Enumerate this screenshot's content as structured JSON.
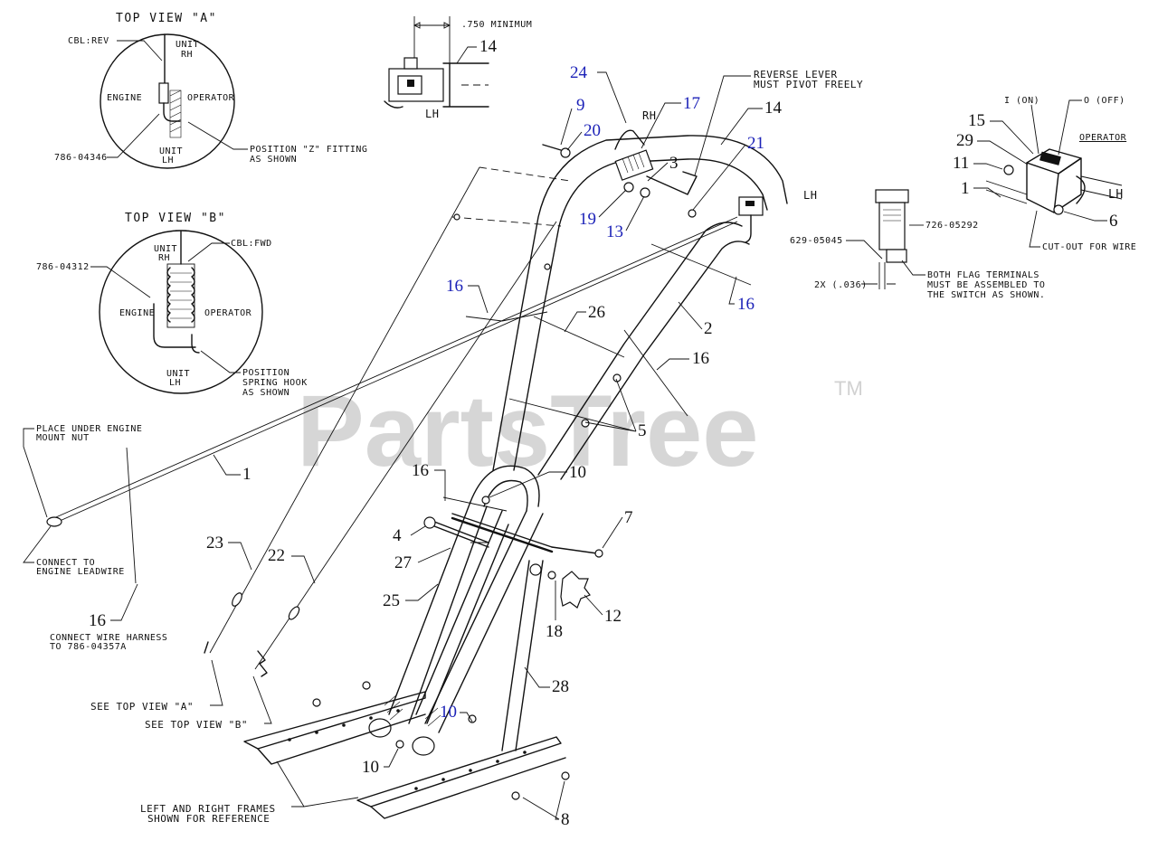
{
  "watermark": {
    "text": "PartsTree",
    "tm": "TM"
  },
  "top_view_a": {
    "title": "TOP VIEW \"A\"",
    "cable": "CBL:REV",
    "unit_rh": [
      "UNIT",
      "RH"
    ],
    "engine": "ENGINE",
    "operator": "OPERATOR",
    "unit_lh": [
      "UNIT",
      "LH"
    ],
    "part_no": "786-04346",
    "note": [
      "POSITION \"Z\" FITTING",
      "AS SHOWN"
    ]
  },
  "top_view_b": {
    "title": "TOP VIEW \"B\"",
    "cable": "CBL:FWD",
    "unit_rh": [
      "UNIT",
      "RH"
    ],
    "engine": "ENGINE",
    "operator": "OPERATOR",
    "unit_lh": [
      "UNIT",
      "LH"
    ],
    "part_no": "786-04312",
    "note": [
      "POSITION",
      "SPRING HOOK",
      "AS SHOWN"
    ]
  },
  "top_detail": {
    "minimum": ".750 MINIMUM",
    "lh": "LH"
  },
  "main_notes": {
    "reverse_lever": [
      "REVERSE LEVER",
      "MUST PIVOT FREELY"
    ],
    "rh": "RH",
    "lh": "LH",
    "place_under": [
      "PLACE UNDER ENGINE",
      "MOUNT NUT"
    ],
    "connect_engine": [
      "CONNECT TO",
      "ENGINE LEADWIRE"
    ],
    "connect_harness": [
      "CONNECT WIRE HARNESS",
      "TO 786-04357A"
    ],
    "see_view_a": "SEE TOP VIEW \"A\"",
    "see_view_b": "SEE TOP VIEW \"B\"",
    "frames": [
      "LEFT AND RIGHT FRAMES",
      "SHOWN FOR REFERENCE"
    ]
  },
  "switch_detail": {
    "on": "I (ON)",
    "off": "O (OFF)",
    "operator": "OPERATOR",
    "lh": "LH",
    "cutout": "CUT-OUT FOR WIRE",
    "part_switch": "726-05292",
    "part_terminal": "629-05045",
    "dimension": "2X (.036)",
    "note": [
      "BOTH FLAG TERMINALS",
      "MUST BE ASSEMBLED TO",
      "THE SWITCH AS SHOWN."
    ]
  },
  "callouts": {
    "c24": "24",
    "c9": "9",
    "c20": "20",
    "c17": "17",
    "c3": "3",
    "c14a": "14",
    "c14b": "14",
    "c21": "21",
    "c19": "19",
    "c13": "13",
    "c16a": "16",
    "c16b": "16",
    "c16c": "16",
    "c16d": "16",
    "c16e": "16",
    "c26": "26",
    "c2": "2",
    "c5": "5",
    "c1": "1",
    "c10a": "10",
    "c10b": "10",
    "c10c": "10",
    "c4": "4",
    "c7": "7",
    "c27": "27",
    "c23": "23",
    "c22": "22",
    "c25": "25",
    "c18": "18",
    "c12": "12",
    "c28": "28",
    "c8": "8",
    "c15": "15",
    "c29": "29",
    "c11": "11",
    "c1b": "1",
    "c6": "6"
  }
}
